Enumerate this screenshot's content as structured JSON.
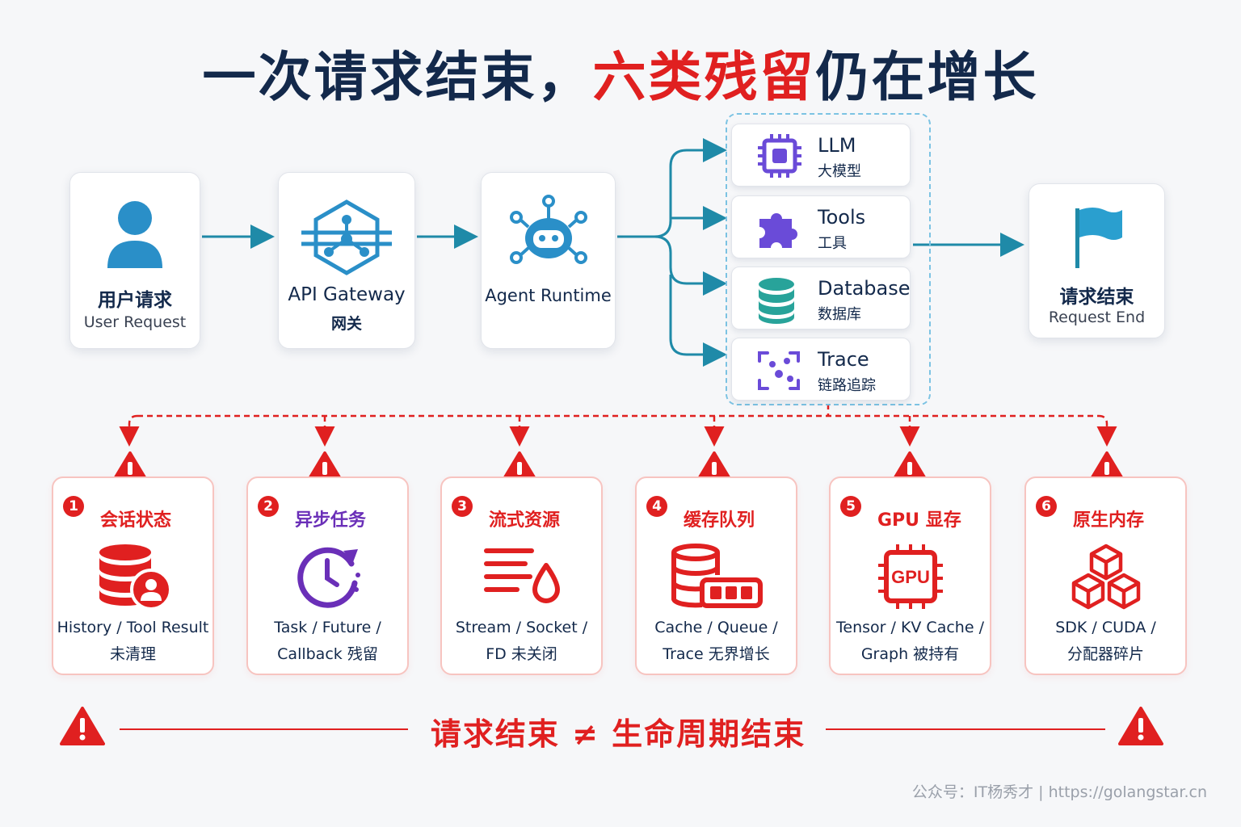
{
  "title": {
    "part1": "一次请求结束，",
    "part2": "六类残留",
    "part3": "仍在增长"
  },
  "flow": {
    "user": {
      "zh": "用户请求",
      "en": "User Request"
    },
    "gateway": {
      "en": "API Gateway",
      "zh": "网关"
    },
    "runtime": {
      "en": "Agent Runtime"
    },
    "end": {
      "zh": "请求结束",
      "en": "Request End"
    }
  },
  "services": [
    {
      "name": "LLM",
      "sub": "大模型",
      "icon": "chip-icon"
    },
    {
      "name": "Tools",
      "sub": "工具",
      "icon": "puzzle-icon"
    },
    {
      "name": "Database",
      "sub": "数据库",
      "icon": "database-icon"
    },
    {
      "name": "Trace",
      "sub": "链路追踪",
      "icon": "trace-icon"
    }
  ],
  "risks": [
    {
      "num": "1",
      "title": "会话状态",
      "line1": "History / Tool Result",
      "line2": "未清理",
      "icon": "database-user-icon"
    },
    {
      "num": "2",
      "title": "异步任务",
      "line1": "Task / Future /",
      "line2": "Callback 残留",
      "icon": "clock-refresh-icon"
    },
    {
      "num": "3",
      "title": "流式资源",
      "line1": "Stream / Socket /",
      "line2": "FD 未关闭",
      "icon": "stream-drop-icon"
    },
    {
      "num": "4",
      "title": "缓存队列",
      "line1": "Cache / Queue /",
      "line2": "Trace 无界增长",
      "icon": "cache-queue-icon"
    },
    {
      "num": "5",
      "title": "GPU 显存",
      "line1": "Tensor / KV Cache /",
      "line2": "Graph 被持有",
      "icon": "gpu-icon"
    },
    {
      "num": "6",
      "title": "原生内存",
      "line1": "SDK / CUDA /",
      "line2": "分配器碎片",
      "icon": "cubes-icon"
    }
  ],
  "bottom": {
    "text": "请求结束 ≠ 生命周期结束"
  },
  "footer": {
    "text": "公众号：IT杨秀才  |  https://golangstar.cn"
  },
  "colors": {
    "navy": "#13294b",
    "red": "#e02020",
    "teal": "#1f8aa8",
    "blue": "#2a8fc8",
    "purple": "#6a4bd8",
    "tealdb": "#28a39a"
  }
}
